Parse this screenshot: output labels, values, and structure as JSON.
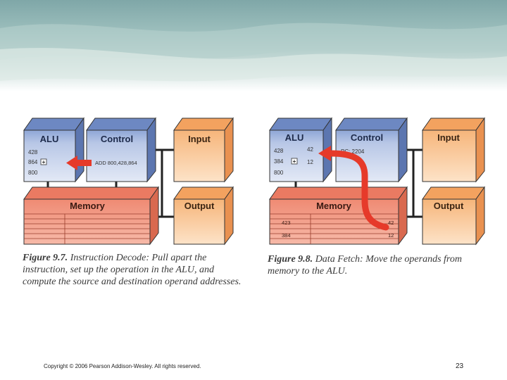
{
  "figure1": {
    "alu_title": "ALU",
    "control_title": "Control",
    "input_title": "Input",
    "memory_title": "Memory",
    "output_title": "Output",
    "alu_regs": [
      "428",
      "864",
      "800"
    ],
    "add_symbol": "+",
    "control_text": "ADD 800,428,864",
    "caption_label": "Figure 9.7.",
    "caption_text": " Instruction Decode: Pull apart the instruction, set up the operation in the ALU, and compute the source and destination operand addresses."
  },
  "figure2": {
    "alu_title": "ALU",
    "control_title": "Control",
    "input_title": "Input",
    "memory_title": "Memory",
    "output_title": "Output",
    "alu_regs": [
      "428",
      "384",
      "800"
    ],
    "alu_vals": [
      "42",
      "12"
    ],
    "add_symbol": "+",
    "control_text": "PC: 2204",
    "memory_rows": [
      {
        "addr": "423",
        "value": "42"
      },
      {
        "addr": "384",
        "value": "12"
      }
    ],
    "caption_label": "Figure 9.8.",
    "caption_text": " Data Fetch: Move the operands from memory to the ALU."
  },
  "footer": {
    "copyright": "Copyright © 2006 Pearson Addison-Wesley. All rights reserved.",
    "page_number": "23"
  },
  "colors": {
    "alu_blue": "#7f97c9",
    "control_blue": "#8aa2d2",
    "io_orange": "#f6b57a",
    "memory_salmon": "#ef8a73",
    "arrow_red": "#e63a2a"
  }
}
